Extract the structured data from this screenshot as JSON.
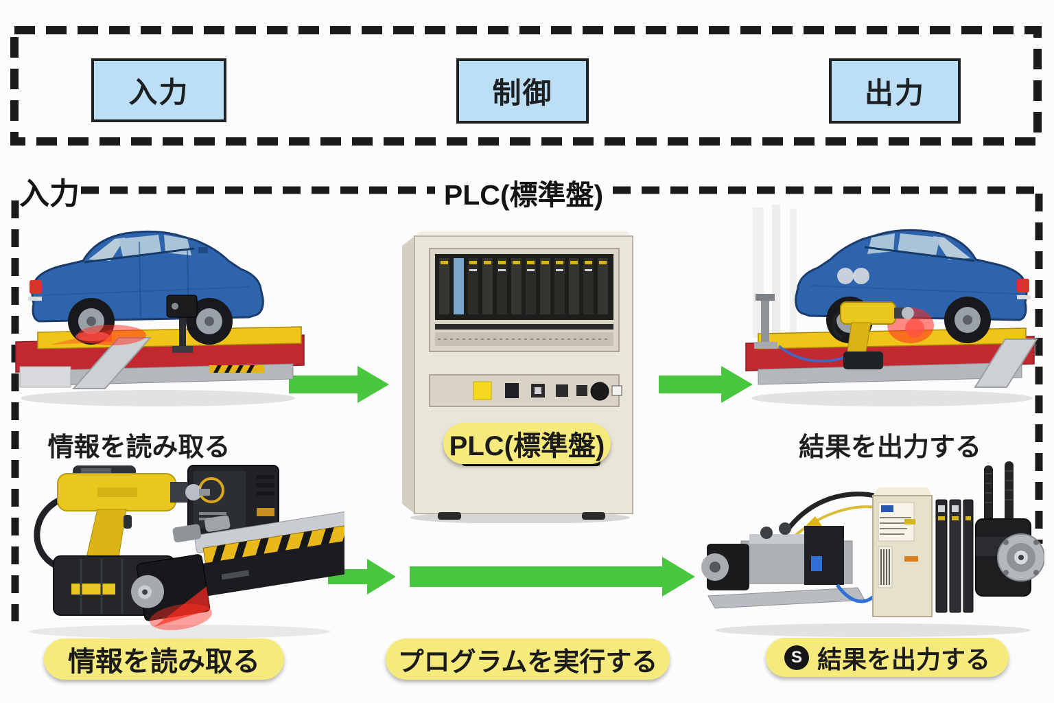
{
  "legend": {
    "input": "入力",
    "control": "制御",
    "output": "出力"
  },
  "main_box": {
    "corner_label": "入力",
    "title": "PLC(標準盤)"
  },
  "captions": {
    "read_info": "情報を読み取る",
    "output_result": "結果を出力する"
  },
  "pills": {
    "plc": "PLC(標準盤)",
    "read_info": "情報を読み取る",
    "run_program": "プログラムを実行する",
    "output_result": "結果を出力する",
    "output_badge": "S"
  },
  "icons": {
    "s_badge": "circled-letter-S"
  },
  "colors": {
    "legend_box_fill": "#bcdff5",
    "dashed_border": "#1a1a1a",
    "arrow_green": "#47c73d",
    "pill_yellow": "#f6ea7d",
    "cabinet_beige": "#e9e5d9",
    "car_blue": "#2e64ad",
    "rig_red": "#c22830",
    "rig_yellow": "#f0c51a",
    "laser_red": "#ff2d20"
  }
}
